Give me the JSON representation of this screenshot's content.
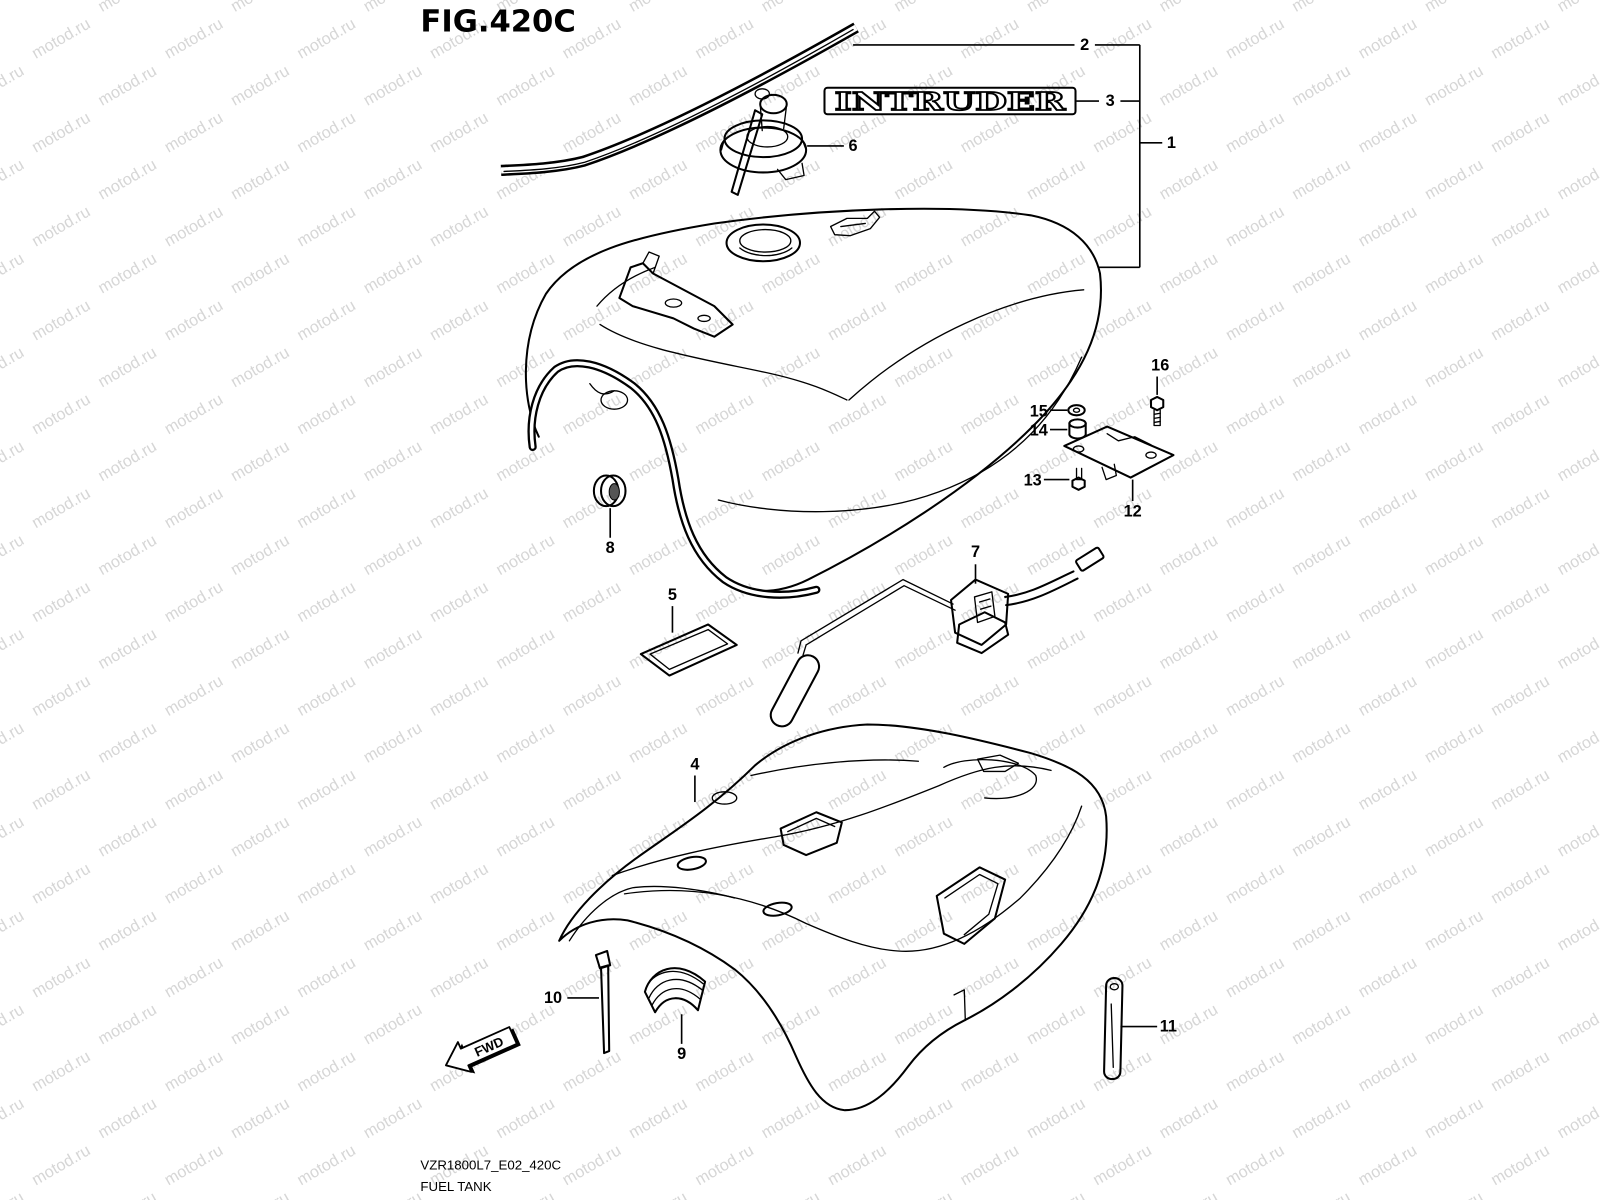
{
  "figure": {
    "title": "FIG.420C",
    "code": "VZR1800L7_E02_420C",
    "name": "FUEL TANK"
  },
  "emblem": "INTRUDER",
  "callouts": [
    "1",
    "2",
    "3",
    "4",
    "5",
    "6",
    "7",
    "8",
    "9",
    "10",
    "11",
    "12",
    "13",
    "14",
    "15",
    "16"
  ],
  "direction_arrow": "FWD",
  "watermark": "motod.ru"
}
